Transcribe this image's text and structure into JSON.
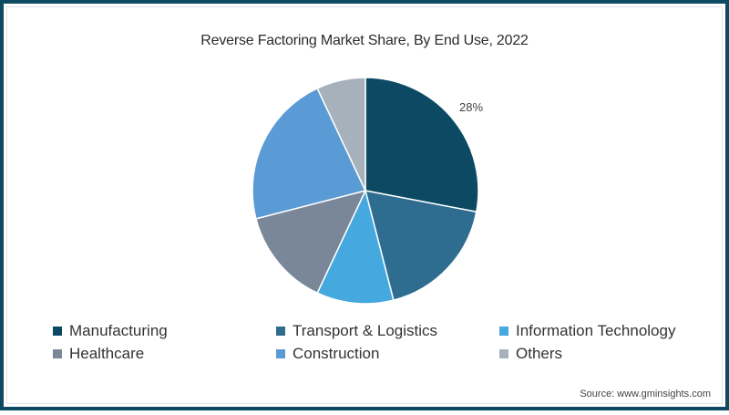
{
  "chart_data": {
    "type": "pie",
    "title": "Reverse Factoring Market Share, By End Use, 2022",
    "categories": [
      "Manufacturing",
      "Transport & Logistics",
      "Information Technology",
      "Healthcare",
      "Construction",
      "Others"
    ],
    "values": [
      28,
      18,
      11,
      14,
      22,
      7
    ],
    "unit": "%",
    "colors": [
      "#0c4a64",
      "#2e6d90",
      "#45a8de",
      "#7a8799",
      "#5b9bd5",
      "#a6b1bb"
    ],
    "data_labels": [
      {
        "category": "Manufacturing",
        "text": "28%"
      }
    ],
    "legend_position": "bottom",
    "start_angle_deg": 0,
    "direction": "clockwise"
  },
  "title": "Reverse Factoring Market Share, By End Use, 2022",
  "legend": [
    {
      "label": "Manufacturing",
      "color": "#0c4a64"
    },
    {
      "label": "Transport & Logistics",
      "color": "#2e6d90"
    },
    {
      "label": "Information Technology",
      "color": "#45a8de"
    },
    {
      "label": "Healthcare",
      "color": "#7a8799"
    },
    {
      "label": "Construction",
      "color": "#5b9bd5"
    },
    {
      "label": "Others",
      "color": "#a6b1bb"
    }
  ],
  "slice_label": "28%",
  "source": "Source: www.gminsights.com",
  "frame_color": "#0f4a63"
}
